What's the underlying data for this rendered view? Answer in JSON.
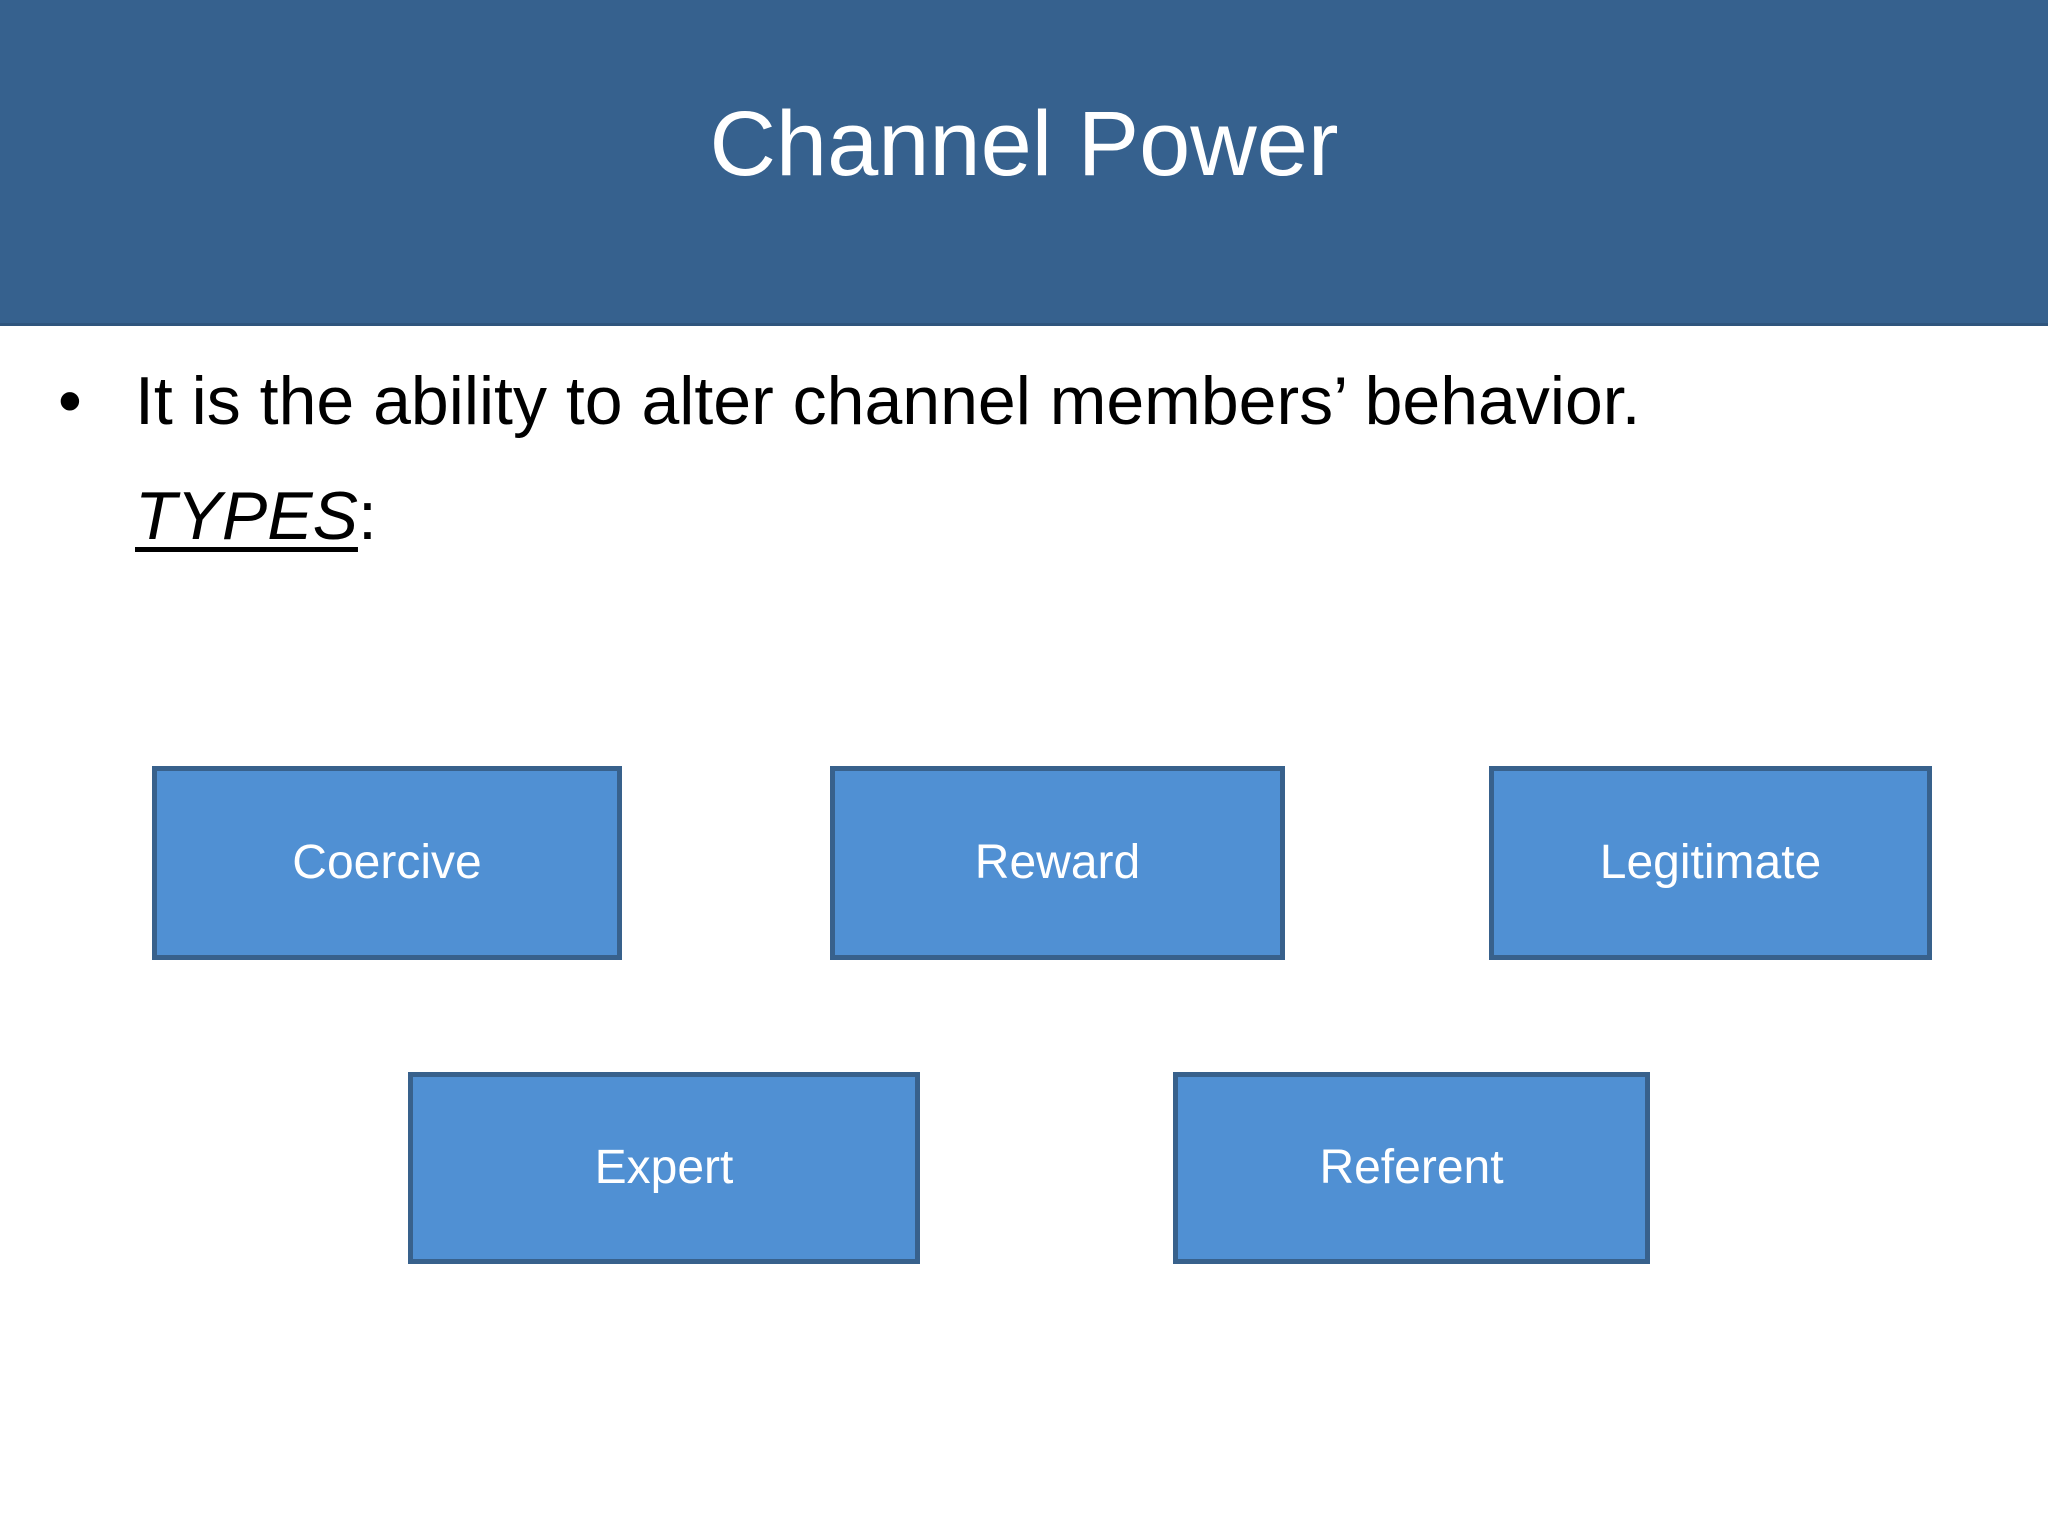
{
  "slide": {
    "title": "Channel Power",
    "theme": {
      "banner_color": "#36618E",
      "banner_border_color": "#2F557D",
      "box_fill_color": "#5090D3",
      "box_border_color": "#38618C",
      "title_text_color": "#FFFFFF",
      "body_text_color": "#000000",
      "box_text_color": "#FFFFFF",
      "background_color": "#FFFFFF"
    }
  },
  "body": {
    "bullet_marker": "•",
    "bullet_text": "It is the ability to alter channel members’ behavior.",
    "types_label": "TYPES",
    "types_colon": ":"
  },
  "diagram": {
    "rows": [
      {
        "boxes": [
          {
            "label": "Coercive"
          },
          {
            "label": "Reward"
          },
          {
            "label": "Legitimate"
          }
        ]
      },
      {
        "boxes": [
          {
            "label": "Expert"
          },
          {
            "label": "Referent"
          }
        ]
      }
    ]
  }
}
